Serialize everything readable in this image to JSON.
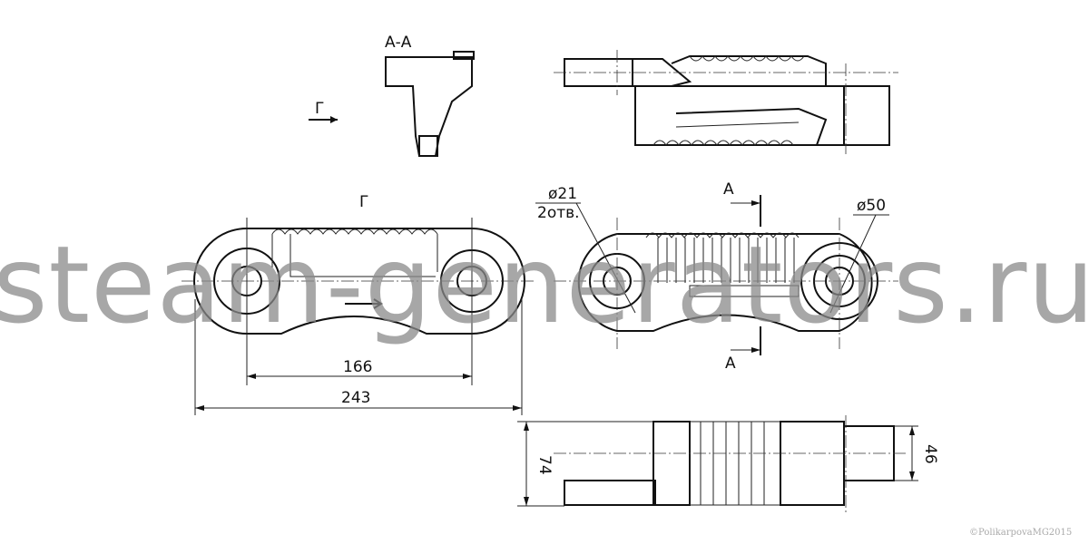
{
  "section_label": "А-А",
  "view_arrow_label": "Г",
  "plan_view_label": "Г",
  "dimensions": {
    "center_distance": "166",
    "overall_length": "243",
    "hole_diameter": "ø21",
    "hole_count": "2отв.",
    "boss_diameter": "ø50",
    "height": "74",
    "width": "46"
  },
  "cut_label_top": "А",
  "cut_label_bottom": "А",
  "watermark": "steam-generators.ru",
  "copyright": "©PolikarpovaMG2015"
}
